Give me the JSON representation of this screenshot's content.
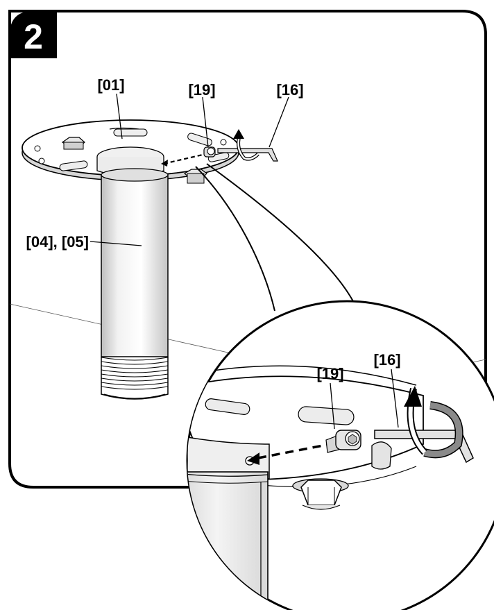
{
  "step": {
    "number": "2"
  },
  "callouts": {
    "mount_plate": "[01]",
    "set_screw": "[19]",
    "hex_key": "[16]",
    "pipe": "[04], [05]"
  },
  "colors": {
    "outline": "#000000",
    "fill": "#ffffff",
    "light_gray": "#e6e6e6",
    "mid_gray": "#c8c8c8",
    "dark_gray": "#7a7a7a"
  }
}
